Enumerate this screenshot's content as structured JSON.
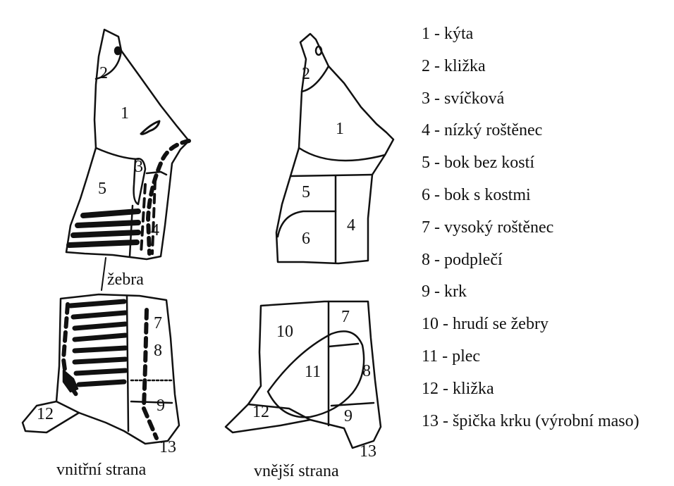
{
  "legend": [
    {
      "num": "1",
      "name": "kýta"
    },
    {
      "num": "2",
      "name": "kližka"
    },
    {
      "num": "3",
      "name": "svíčková"
    },
    {
      "num": "4",
      "name": "nízký roštěnec"
    },
    {
      "num": "5",
      "name": "bok bez kostí"
    },
    {
      "num": "6",
      "name": "bok s kostmi"
    },
    {
      "num": "7",
      "name": "vysoký roštěnec"
    },
    {
      "num": "8",
      "name": "podplečí"
    },
    {
      "num": "9",
      "name": "krk"
    },
    {
      "num": "10",
      "name": "hrudí se žebry"
    },
    {
      "num": "11",
      "name": "plec"
    },
    {
      "num": "12",
      "name": "kližka"
    },
    {
      "num": "13",
      "name": "špička krku (výrobní maso)"
    }
  ],
  "separator": " - ",
  "labels": {
    "ribs": "žebra",
    "inner_side": "vnitřní strana",
    "outer_side": "vnější strana"
  }
}
